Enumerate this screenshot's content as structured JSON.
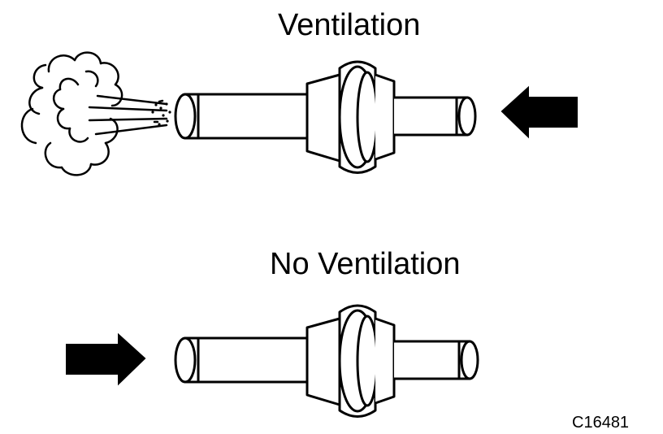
{
  "labels": {
    "ventilation": "Ventilation",
    "no_ventilation": "No Ventilation",
    "figure_code": "C16481"
  },
  "colors": {
    "ink": "#000000",
    "background": "#ffffff"
  }
}
